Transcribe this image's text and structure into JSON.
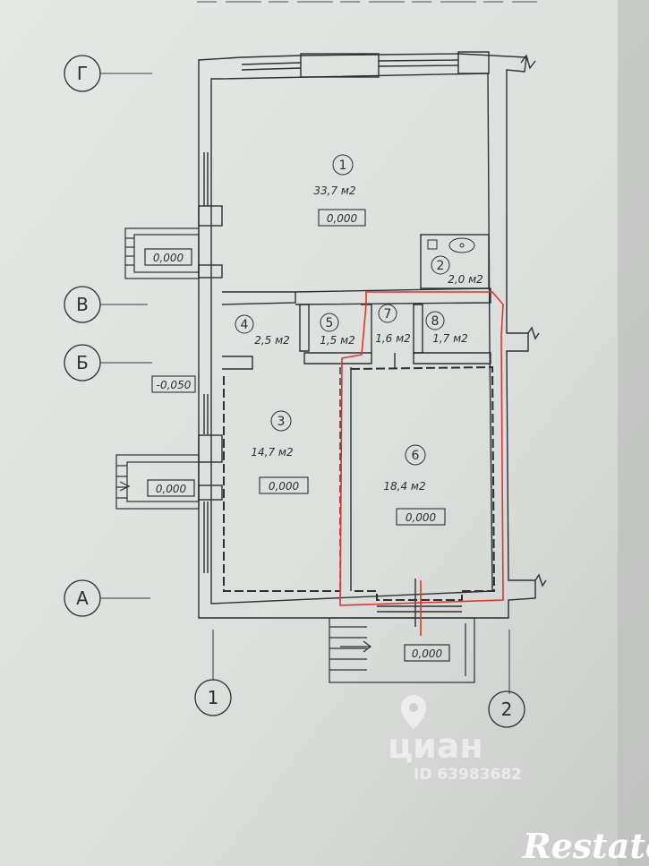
{
  "plan": {
    "axes": {
      "horizontal": [
        {
          "id": "axis-g",
          "label": "Г"
        },
        {
          "id": "axis-v",
          "label": "В"
        },
        {
          "id": "axis-b",
          "label": "Б"
        },
        {
          "id": "axis-a",
          "label": "А"
        }
      ],
      "vertical": [
        {
          "id": "axis-1",
          "label": "1"
        },
        {
          "id": "axis-2",
          "label": "2"
        }
      ]
    },
    "rooms": [
      {
        "id": "room-1",
        "number": "1",
        "area": "33,7 м2",
        "level": "0,000"
      },
      {
        "id": "room-2",
        "number": "2",
        "area": "2,0 м2"
      },
      {
        "id": "room-3",
        "number": "3",
        "area": "14,7 м2",
        "level": "0,000"
      },
      {
        "id": "room-4",
        "number": "4",
        "area": "2,5 м2"
      },
      {
        "id": "room-5",
        "number": "5",
        "area": "1,5 м2"
      },
      {
        "id": "room-6",
        "number": "6",
        "area": "18,4 м2",
        "level": "0,000"
      },
      {
        "id": "room-7",
        "number": "7",
        "area": "1,6 м2"
      },
      {
        "id": "room-8",
        "number": "8",
        "area": "1,7 м2"
      }
    ],
    "levels": {
      "porch_upper": "0,000",
      "porch_middle": "0,000",
      "porch_bottom": "0,000",
      "outside": "-0,050"
    },
    "highlight_color": "#e2342d"
  },
  "watermark": {
    "brand": "циан",
    "id_text": "ID 63983682"
  },
  "logo": {
    "text": "Restate"
  }
}
